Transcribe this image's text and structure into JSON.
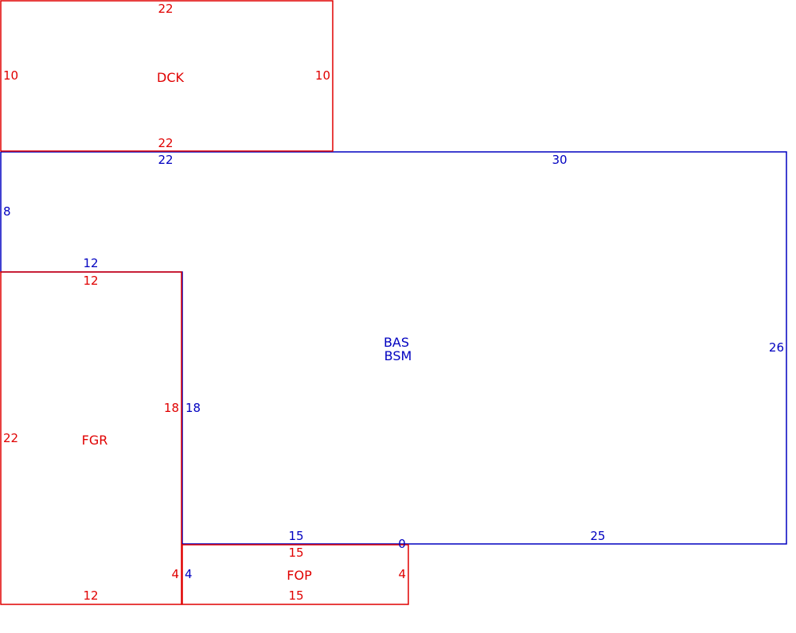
{
  "colors": {
    "blue": "#0000c0",
    "red": "#e00000",
    "background": "#ffffff"
  },
  "areas": {
    "dck": {
      "code": "DCK",
      "top": "22",
      "left": "10",
      "right": "10",
      "bottom": "22"
    },
    "bas": {
      "code1": "BAS",
      "code2": "BSM",
      "top_left": "22",
      "top_right": "30",
      "left": "8",
      "step": "12",
      "inner_vertical": "18",
      "right": "26",
      "bottom_mid": "15",
      "bottom_zero": "0",
      "bottom_right": "25",
      "inner_small": "4"
    },
    "fgr": {
      "code": "FGR",
      "top": "12",
      "left": "22",
      "right": "18",
      "right_small": "4",
      "bottom": "12"
    },
    "fop": {
      "code": "FOP",
      "top": "15",
      "left": "4",
      "right": "4",
      "bottom": "15"
    }
  }
}
